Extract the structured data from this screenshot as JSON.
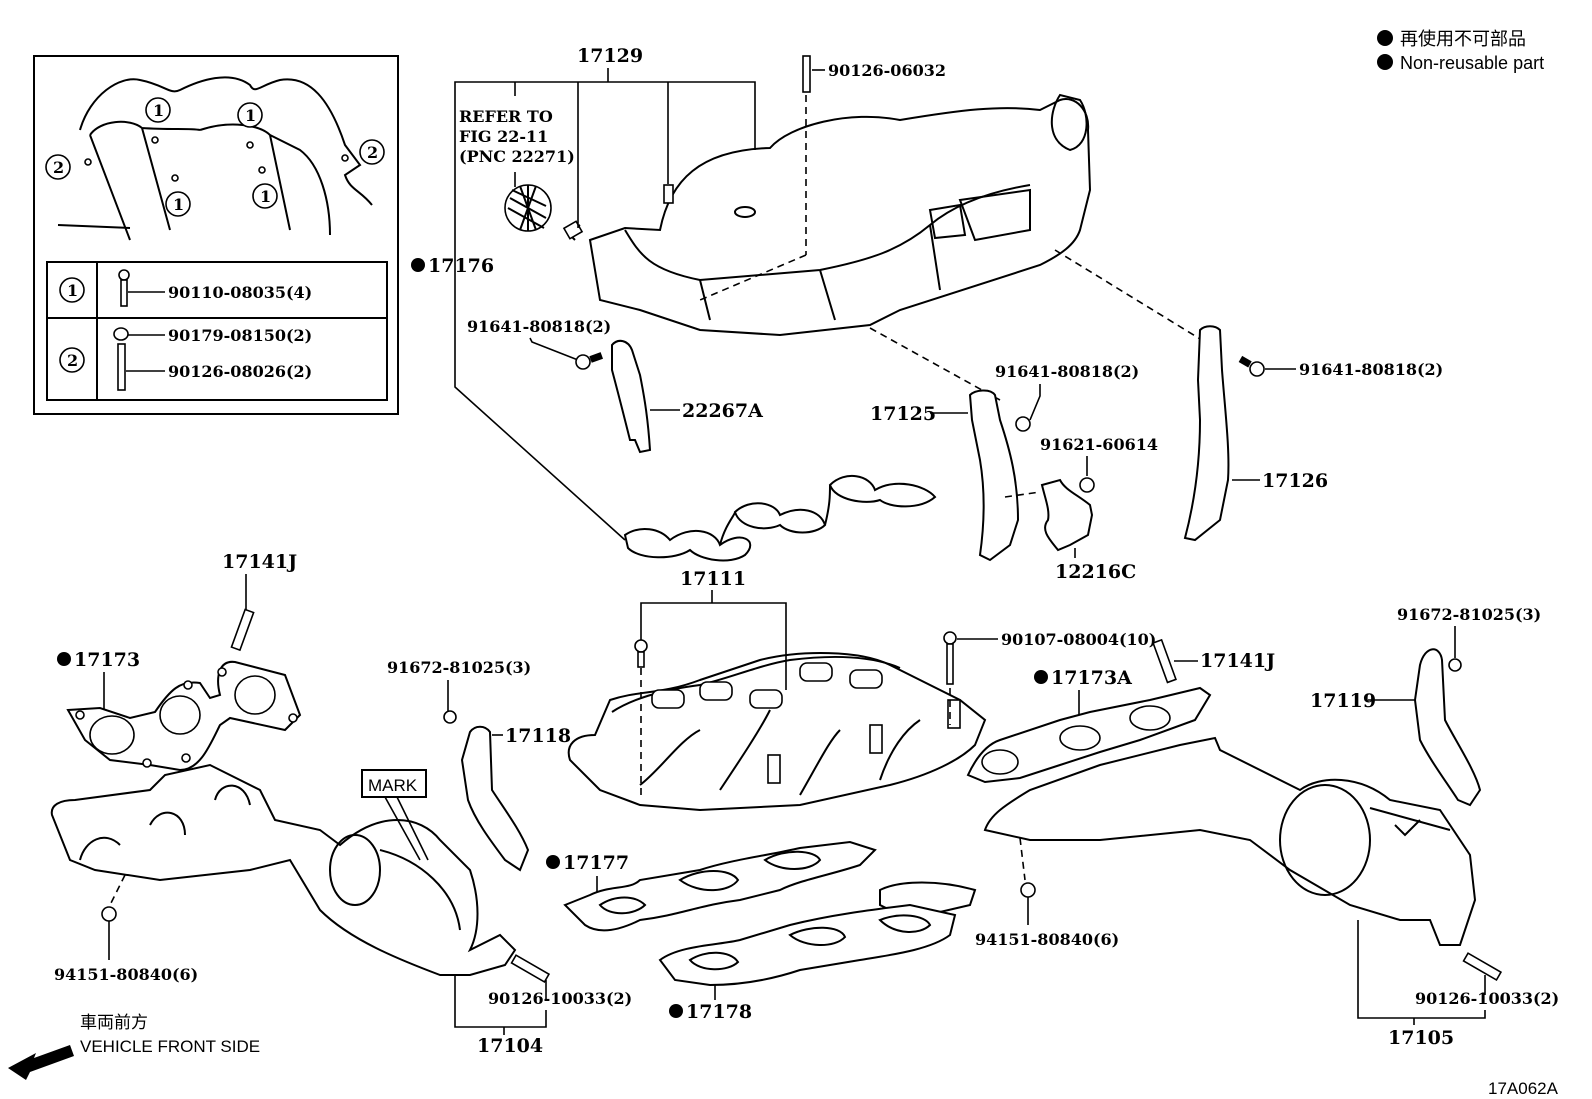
{
  "legend": {
    "jp": "再使用不可部品",
    "en": "Non-reusable part"
  },
  "figure_code": "17A062A",
  "front_side": {
    "jp": "車両前方",
    "en": "VEHICLE FRONT SIDE"
  },
  "inset": {
    "markers": [
      "1",
      "2"
    ],
    "rows": [
      {
        "marker": "1",
        "parts": [
          "90110-08035(4)"
        ]
      },
      {
        "marker": "2",
        "parts": [
          "90179-08150(2)",
          "90126-08026(2)"
        ]
      }
    ]
  },
  "refer": {
    "line1": "REFER TO",
    "line2": "FIG 22-11",
    "line3": "(PNC 22271)"
  },
  "mark_label": "MARK",
  "parts": {
    "p17129": "17129",
    "p90126_06032": "90126-06032",
    "p17176": "17176",
    "p91641_a": "91641-80818(2)",
    "p22267A": "22267A",
    "p17125": "17125",
    "p91641_b": "91641-80818(2)",
    "p91641_c": "91641-80818(2)",
    "p91621": "91621-60614",
    "p17126": "17126",
    "p12216C": "12216C",
    "p17141J_a": "17141J",
    "p17173": "17173",
    "p17111": "17111",
    "p90107": "90107-08004(10)",
    "p17141J_b": "17141J",
    "p91672_a": "91672-81025(3)",
    "p17118": "17118",
    "p17173A": "17173A",
    "p91672_b": "91672-81025(3)",
    "p17119": "17119",
    "p17177": "17177",
    "p94151_a": "94151-80840(6)",
    "p94151_b": "94151-80840(6)",
    "p90126_10033_a": "90126-10033(2)",
    "p90126_10033_b": "90126-10033(2)",
    "p17104": "17104",
    "p17178": "17178",
    "p17105": "17105"
  }
}
